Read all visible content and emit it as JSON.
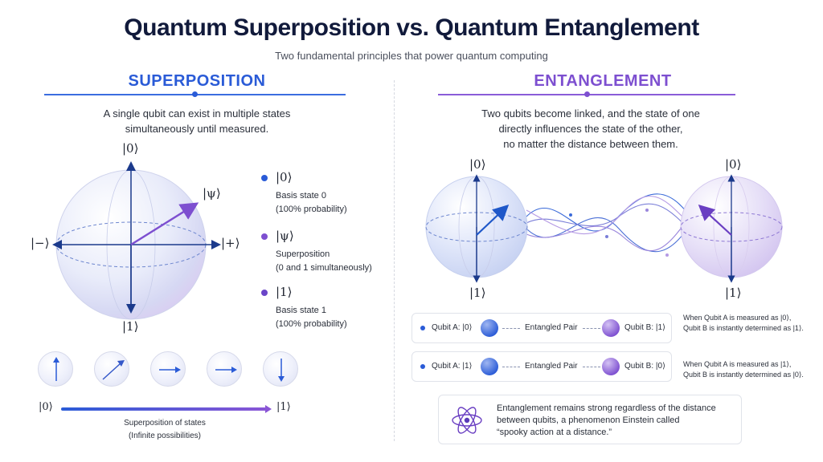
{
  "header": {
    "title": "Quantum Superposition vs. Quantum Entanglement",
    "subtitle": "Two fundamental principles that power quantum computing"
  },
  "superposition": {
    "heading": "SUPERPOSITION",
    "desc_line1": "A single qubit can exist in multiple states",
    "desc_line2": "simultaneously until measured.",
    "sphere_labels": {
      "top": "|0⟩",
      "bottom": "|1⟩",
      "left": "|−⟩",
      "right": "|+⟩",
      "psi": "|ψ⟩"
    },
    "legend": [
      {
        "title": "|0⟩",
        "line1": "Basis state 0",
        "line2": "(100% probability)",
        "color": "#2a5bd7"
      },
      {
        "title": "|ψ⟩",
        "line1": "Superposition",
        "line2": "(0 and 1 simultaneously)",
        "color": "#7d4fd0"
      },
      {
        "title": "|1⟩",
        "line1": "Basis state 1",
        "line2": "(100% probability)",
        "color": "#6a45c8"
      }
    ],
    "gradient_left": "|0⟩",
    "gradient_right": "|1⟩",
    "caption_line1": "Superposition of states",
    "caption_line2": "(Infinite possibilities)"
  },
  "entanglement": {
    "heading": "ENTANGLEMENT",
    "desc_line1": "Two qubits become linked, and the state of one",
    "desc_line2": "directly influences the state of the other,",
    "desc_line3": "no matter the distance between them.",
    "qubit_a_top": "|0⟩",
    "qubit_a_bottom": "|1⟩",
    "qubit_b_top": "|0⟩",
    "qubit_b_bottom": "|1⟩",
    "pairs": [
      {
        "a_label": "Qubit A: |0⟩",
        "middle": "Entangled Pair",
        "b_label": "Qubit B: |1⟩",
        "note_line1": "When Qubit A is measured as |0⟩,",
        "note_line2": "Qubit B is instantly determined as |1⟩."
      },
      {
        "a_label": "Qubit A: |1⟩",
        "middle": "Entangled Pair",
        "b_label": "Qubit B: |0⟩",
        "note_line1": "When Qubit A is measured as |1⟩,",
        "note_line2": "Qubit B is instantly determined as |0⟩."
      }
    ],
    "info_line1": "Entanglement remains strong regardless of the distance",
    "info_line2": "between qubits, a phenomenon Einstein called",
    "info_line3": "“spooky action at a distance.”"
  },
  "colors": {
    "blue": "#2a5bd7",
    "purple": "#7d4fd0",
    "navy": "#1b3a8c"
  },
  "icons": [
    "atom-icon",
    "arrow-icon"
  ]
}
